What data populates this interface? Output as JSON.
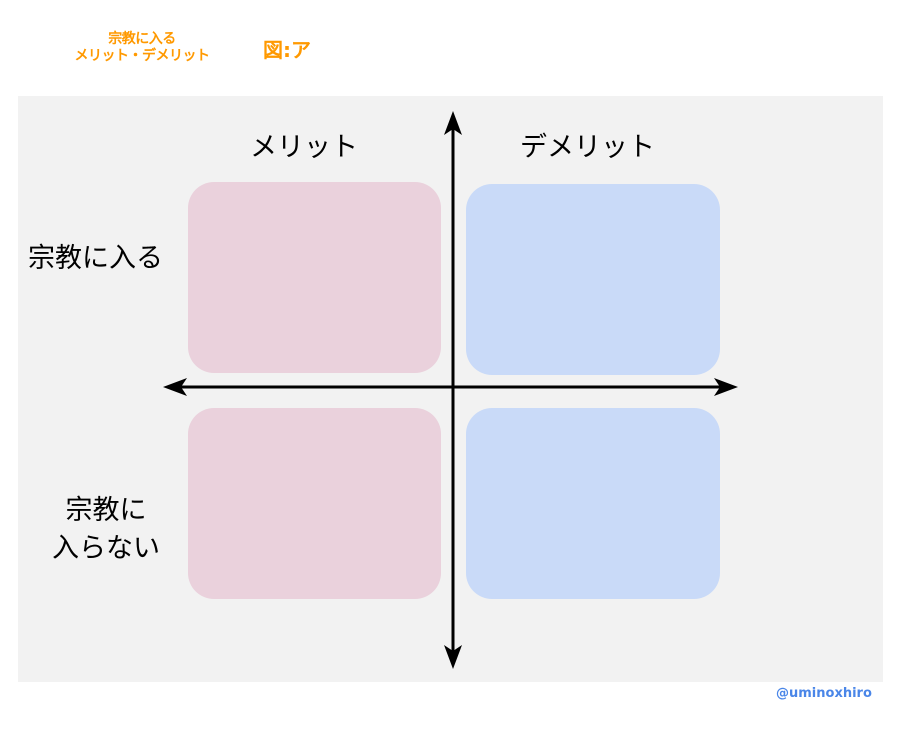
{
  "header": {
    "subtitle_line1": "宗教に入る",
    "subtitle_line2": "メリット・デメリット",
    "figure_label": "図:ア"
  },
  "diagram": {
    "columns": [
      "メリット",
      "デメリット"
    ],
    "rows": [
      {
        "label_lines": [
          "宗教に入る"
        ]
      },
      {
        "label_lines": [
          "宗教に",
          "入らない"
        ]
      }
    ],
    "quadrants": [
      {
        "position": "top-left",
        "column": "メリット",
        "row": "宗教に入る",
        "color": "#ead1dc",
        "content": ""
      },
      {
        "position": "top-right",
        "column": "デメリット",
        "row": "宗教に入る",
        "color": "#c9daf8",
        "content": ""
      },
      {
        "position": "bottom-left",
        "column": "メリット",
        "row": "宗教に入らない",
        "color": "#ead1dc",
        "content": ""
      },
      {
        "position": "bottom-right",
        "column": "デメリット",
        "row": "宗教に入らない",
        "color": "#c9daf8",
        "content": ""
      }
    ],
    "axes": {
      "vertical": "double-arrow",
      "horizontal": "double-arrow"
    }
  },
  "colors": {
    "accent_orange": "#ff9900",
    "panel_bg": "#f2f2f2",
    "merit_pink": "#ead1dc",
    "demerit_blue": "#c9daf8",
    "watermark_blue": "#4a86e8",
    "axis": "#000000"
  },
  "footer": {
    "watermark": "@uminoxhiro"
  }
}
